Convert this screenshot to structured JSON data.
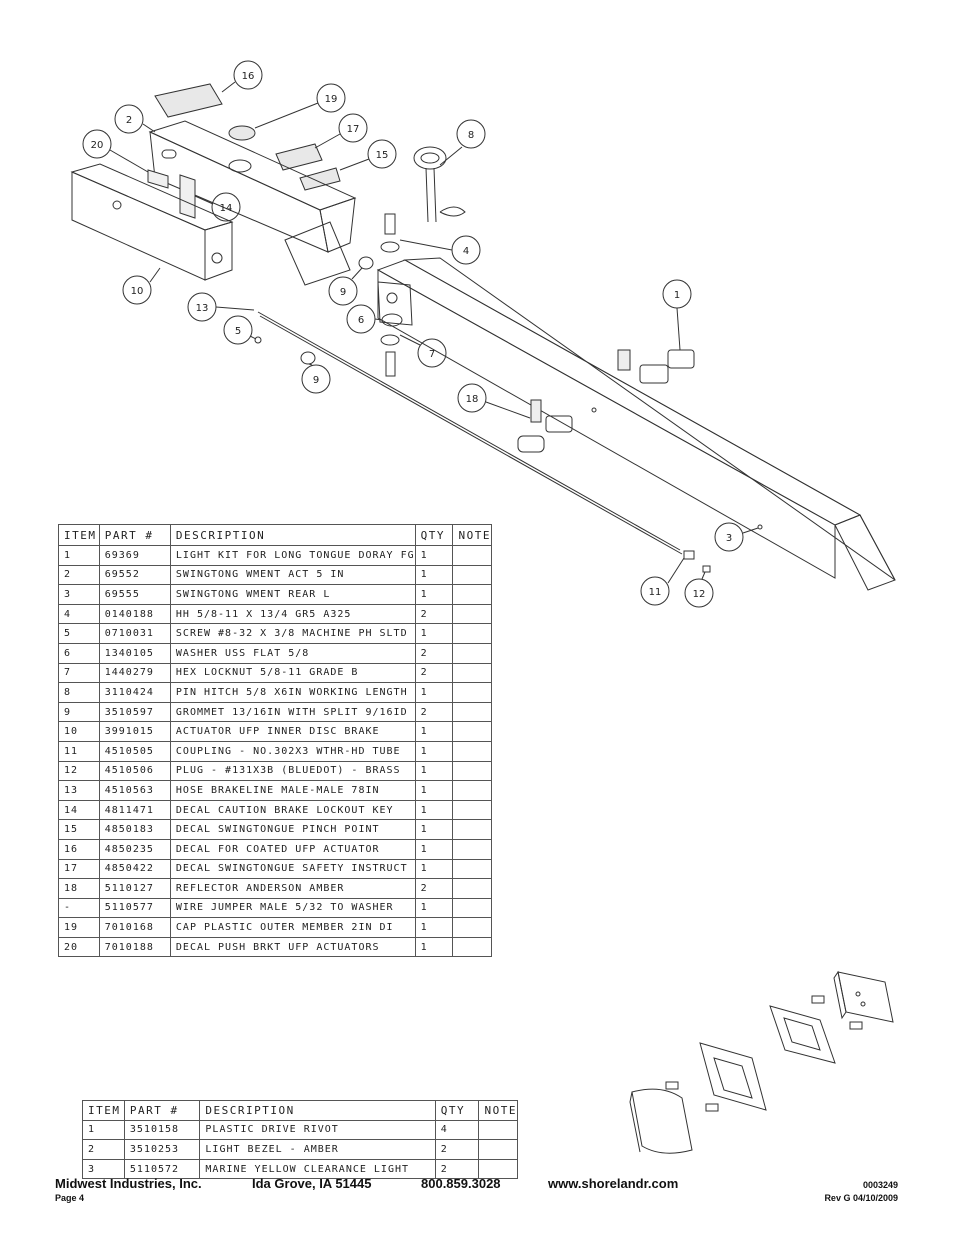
{
  "table_headers": {
    "item": "ITEM",
    "part": "PART #",
    "description": "DESCRIPTION",
    "qty": "QTY",
    "note": "NOTE"
  },
  "parts": [
    {
      "item": "1",
      "part": "69369",
      "description": "LIGHT KIT FOR LONG TONGUE DORAY FG",
      "qty": "1"
    },
    {
      "item": "2",
      "part": "69552",
      "description": "SWINGTONG WMENT ACT 5 IN",
      "qty": "1"
    },
    {
      "item": "3",
      "part": "69555",
      "description": "SWINGTONG WMENT REAR L",
      "qty": "1"
    },
    {
      "item": "4",
      "part": "0140188",
      "description": "HH 5/8-11 X 13/4  GR5 A325",
      "qty": "2"
    },
    {
      "item": "5",
      "part": "0710031",
      "description": "SCREW #8-32 X 3/8 MACHINE PH SLTD",
      "qty": "1"
    },
    {
      "item": "6",
      "part": "1340105",
      "description": "WASHER USS FLAT 5/8",
      "qty": "2"
    },
    {
      "item": "7",
      "part": "1440279",
      "description": "HEX LOCKNUT 5/8-11 GRADE B",
      "qty": "2"
    },
    {
      "item": "8",
      "part": "3110424",
      "description": "PIN HITCH 5/8 X6IN WORKING LENGTH",
      "qty": "1"
    },
    {
      "item": "9",
      "part": "3510597",
      "description": "GROMMET 13/16IN  WITH SPLIT 9/16ID",
      "qty": "2"
    },
    {
      "item": "10",
      "part": "3991015",
      "description": "ACTUATOR UFP INNER  DISC BRAKE",
      "qty": "1"
    },
    {
      "item": "11",
      "part": "4510505",
      "description": "COUPLING - NO.302X3 WTHR-HD TUBE",
      "qty": "1"
    },
    {
      "item": "12",
      "part": "4510506",
      "description": "PLUG - #131X3B (BLUEDOT) - BRASS",
      "qty": "1"
    },
    {
      "item": "13",
      "part": "4510563",
      "description": "HOSE BRAKELINE MALE-MALE 78IN",
      "qty": "1"
    },
    {
      "item": "14",
      "part": "4811471",
      "description": "DECAL CAUTION BRAKE LOCKOUT KEY",
      "qty": "1"
    },
    {
      "item": "15",
      "part": "4850183",
      "description": "DECAL SWINGTONGUE PINCH POINT",
      "qty": "1"
    },
    {
      "item": "16",
      "part": "4850235",
      "description": "DECAL FOR COATED UFP ACTUATOR",
      "qty": "1"
    },
    {
      "item": "17",
      "part": "4850422",
      "description": "DECAL SWINGTONGUE SAFETY INSTRUCT",
      "qty": "1"
    },
    {
      "item": "18",
      "part": "5110127",
      "description": "REFLECTOR ANDERSON AMBER",
      "qty": "2"
    },
    {
      "item": "-",
      "part": "5110577",
      "description": "WIRE JUMPER MALE 5/32 TO WASHER",
      "qty": "1"
    },
    {
      "item": "19",
      "part": "7010168",
      "description": "CAP  PLASTIC OUTER MEMBER 2IN DI",
      "qty": "1"
    },
    {
      "item": "20",
      "part": "7010188",
      "description": "DECAL PUSH BRKT UFP ACTUATORS",
      "qty": "1"
    }
  ],
  "light_parts": [
    {
      "item": "1",
      "part": "3510158",
      "description": "PLASTIC DRIVE RIVOT",
      "qty": "4"
    },
    {
      "item": "2",
      "part": "3510253",
      "description": "LIGHT BEZEL - AMBER",
      "qty": "2"
    },
    {
      "item": "3",
      "part": "5110572",
      "description": "MARINE YELLOW CLEARANCE LIGHT",
      "qty": "2"
    }
  ],
  "callout_labels": [
    "16",
    "19",
    "2",
    "17",
    "8",
    "20",
    "15",
    "14",
    "4",
    "10",
    "9",
    "13",
    "6",
    "5",
    "7",
    "1",
    "9",
    "18",
    "3",
    "11",
    "12"
  ],
  "footer": {
    "company": "Midwest Industries, Inc.",
    "city": "Ida Grove, IA  51445",
    "phone": "800.859.3028",
    "website": "www.shorelandr.com",
    "doc_number": "0003249",
    "page": "Page 4",
    "revision": "Rev G  04/10/2009"
  }
}
